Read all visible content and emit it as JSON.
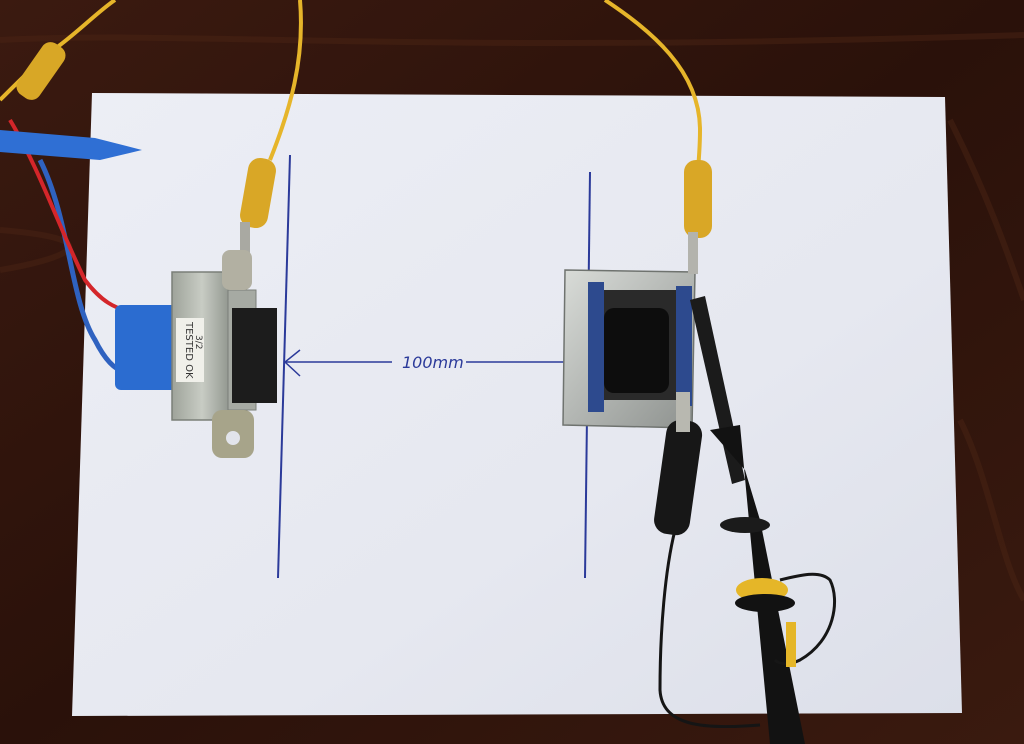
{
  "photo": {
    "transformer_label_line1": "TESTED OK",
    "transformer_label_line2": "3/2",
    "distance_annotation": "100mm",
    "colors": {
      "table": "#3a1a10",
      "paper": "#e8eaf2",
      "ink": "#2b3a9a",
      "yellow_wire": "#e6b52a",
      "red_wire": "#d4262a",
      "blue_tape": "#2e6fd0",
      "probe_black": "#111111"
    }
  }
}
